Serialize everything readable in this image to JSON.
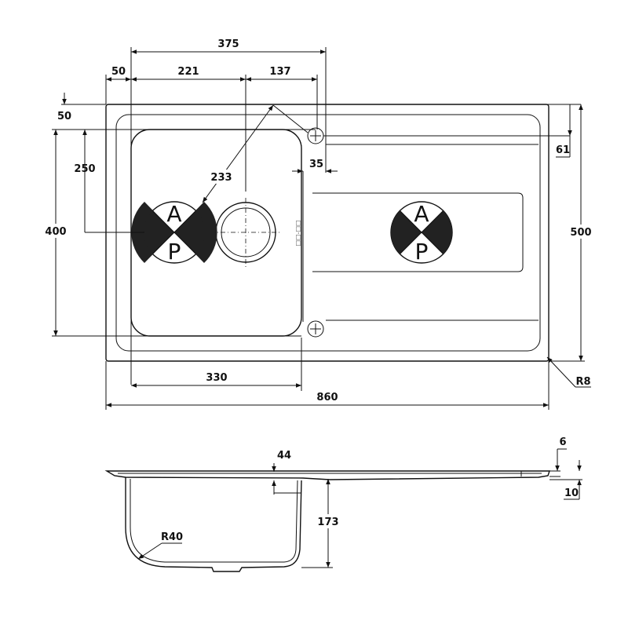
{
  "dimensions": {
    "overall_length": "375",
    "left_offset": "50",
    "bowl_to_drain": "221",
    "drain_to_tap": "137",
    "top_offset": "50",
    "drain_from_top": "250",
    "bowl_height": "400",
    "diagonal": "233",
    "tap_offset": "35",
    "tap_from_edge": "61",
    "total_height": "500",
    "corner_radius": "R8",
    "bowl_width": "330",
    "total_width": "860",
    "rim_thickness": "6",
    "edge_height": "10",
    "lip_depth": "44",
    "bowl_depth": "173",
    "bowl_radius": "R40"
  },
  "logo": {
    "top_letter": "A",
    "bottom_letter": "P"
  },
  "side_marking": "□□-□□",
  "colors": {
    "stroke": "#111111",
    "background": "#ffffff"
  }
}
